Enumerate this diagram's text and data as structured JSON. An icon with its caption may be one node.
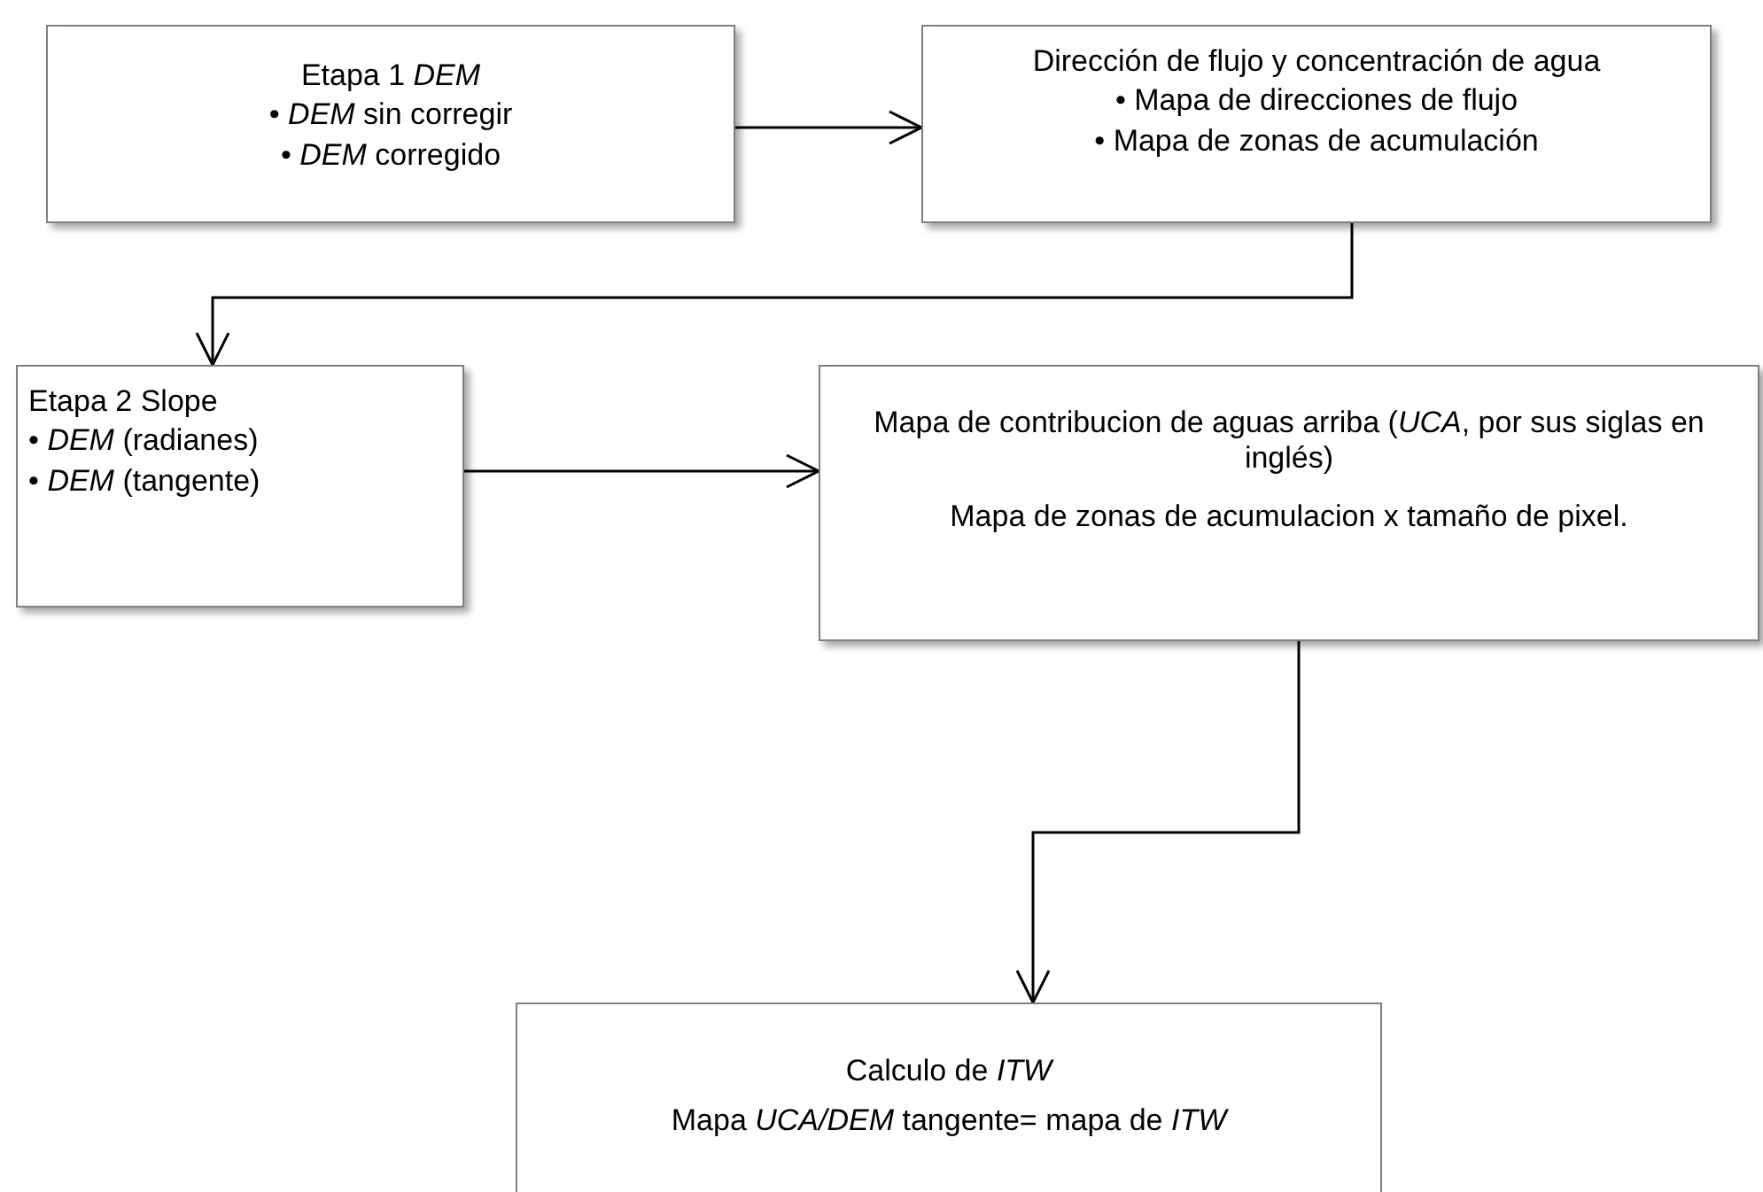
{
  "diagram": {
    "nodes": [
      {
        "text": [
          "Etapa 1 *DEM*",
          "• *DEM* sin corregir",
          "• *DEM* corregido"
        ]
      },
      {
        "text": [
          "Dirección de flujo y concentración de agua",
          "• Mapa de direcciones de flujo",
          "• Mapa de zonas de acumulación"
        ]
      },
      {
        "text": [
          "Etapa 2 Slope",
          "• *DEM* (radianes)",
          "• *DEM* (tangente)"
        ]
      },
      {
        "text": [
          "Mapa de contribucion de aguas arriba (*UCA*, por sus siglas en inglés)",
          "Mapa de zonas de acumulacion x tamaño de pixel."
        ]
      },
      {
        "text": [
          "Calculo de *ITW*",
          "Mapa *UCA/DEM* tangente= mapa de *ITW*"
        ]
      }
    ],
    "edges": [
      {
        "from": 0,
        "to": 1,
        "arrow": "to"
      },
      {
        "from": 1,
        "to": 2,
        "arrow": "to"
      },
      {
        "from": 2,
        "to": 3,
        "arrow": "to"
      },
      {
        "from": 3,
        "to": 4,
        "arrow": "to"
      }
    ]
  }
}
